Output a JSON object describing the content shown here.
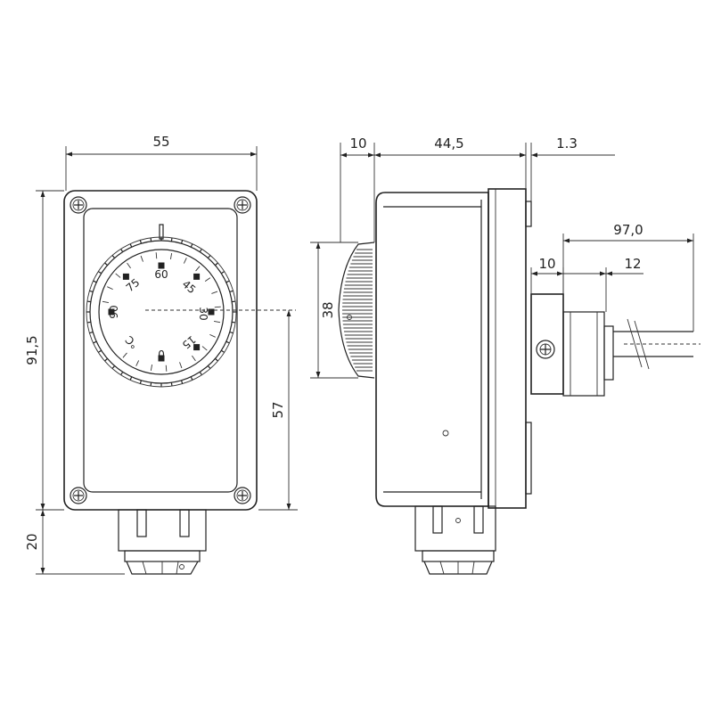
{
  "dimensions": {
    "front_width": "55",
    "front_height": "91,5",
    "gland_height": "20",
    "dial_center_height": "57",
    "side_knob_depth": "10",
    "side_body_depth": "44,5",
    "side_plate_depth": "1.3",
    "knob_diameter": "38",
    "probe_length": "97,0",
    "fitting_length": "10",
    "thread_length": "12"
  },
  "dial": {
    "unit": "°C",
    "scale": [
      "90",
      "75",
      "60",
      "45",
      "30",
      "15",
      "0"
    ]
  },
  "colors": {
    "line": "#222222",
    "background": "#ffffff"
  }
}
